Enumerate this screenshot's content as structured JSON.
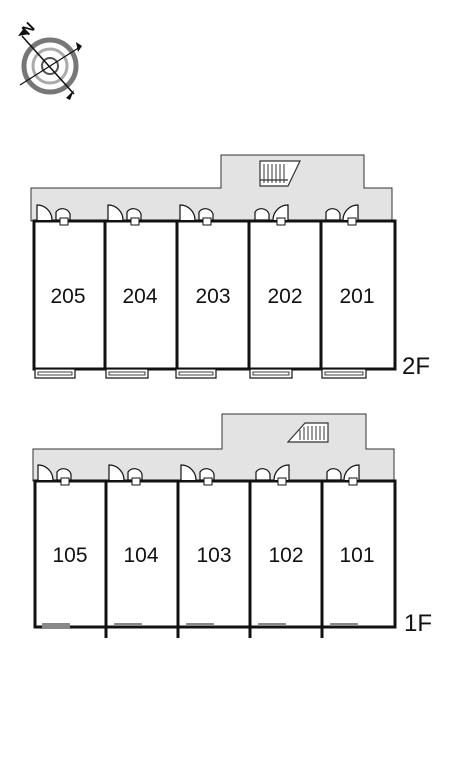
{
  "compass": {
    "label": "N",
    "icon": "compass-rose-icon"
  },
  "floors": [
    {
      "name": "2F",
      "units": [
        "205",
        "204",
        "203",
        "202",
        "201"
      ],
      "stair_icon": "stair-icon"
    },
    {
      "name": "1F",
      "units": [
        "105",
        "104",
        "103",
        "102",
        "101"
      ],
      "stair_icon": "stair-icon"
    }
  ],
  "colors": {
    "corridor": "#e3e3e3",
    "wall": "#111111",
    "background": "#ffffff"
  }
}
